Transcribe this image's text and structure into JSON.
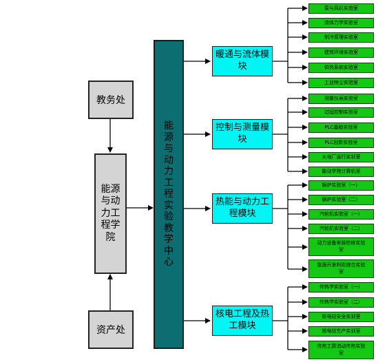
{
  "left": {
    "top_box": "教务处",
    "college": "能源与动力工程学院",
    "bottom_box": "资产处"
  },
  "center": {
    "label": "能源与动力工程实验教学中心"
  },
  "modules": [
    {
      "name": "暖通与流体模块",
      "labs": [
        "泵与风机实验室",
        "流体力学实验室",
        "制冷原理实验室",
        "建筑环境实验室",
        "供热系统实验室",
        "工业除尘实验室"
      ]
    },
    {
      "name": "控制与测量模块",
      "labs": [
        "测量仪表实验室",
        "过程控制实验室",
        "PLC基础实验室",
        "PLC创新实验室",
        "火电厂运行实训室",
        "能动学院计算机室"
      ]
    },
    {
      "name": "热能与动力工程模块",
      "labs": [
        "锅炉实验室（一）",
        "锅炉实验室（二）",
        "汽轮机实验室（一）",
        "汽轮机实验室（二）",
        "动力设备安装检修实验室",
        "能源开发利用综合实验室"
      ]
    },
    {
      "name": "核电工程及热工模块",
      "labs": [
        "传热学实验室（一）",
        "传热学实验室（二）",
        "核电站安全实训室",
        "核电站生产实训室",
        "传热工质流动传热实验室"
      ]
    }
  ],
  "colors": {
    "left_box": "#d4d4d4",
    "center_box": "#0d6e72",
    "module_box": "#00f5f5",
    "lab_box": "#14c814"
  }
}
